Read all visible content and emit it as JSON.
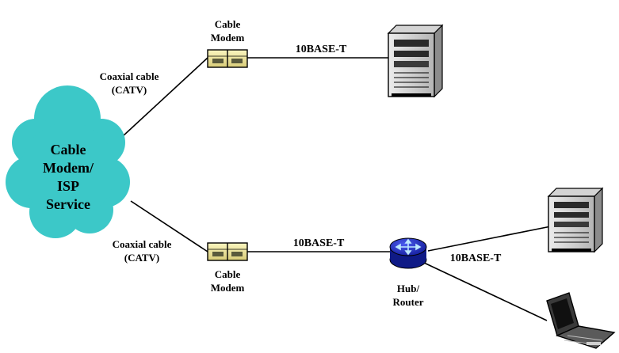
{
  "cloud": {
    "lines": [
      "Cable",
      "Modem/",
      "ISP",
      "Service"
    ],
    "color": "#3cc8c8"
  },
  "top_link": {
    "cable_label": [
      "Coaxial cable",
      "(CATV)"
    ],
    "modem_label": [
      "Cable",
      "Modem"
    ],
    "ethernet_label": "10BASE-T"
  },
  "bottom_link": {
    "cable_label": [
      "Coaxial cable",
      "(CATV)"
    ],
    "modem_label": [
      "Cable",
      "Modem"
    ],
    "ethernet_label": "10BASE-T"
  },
  "hub": {
    "label": [
      "Hub/",
      "Router"
    ],
    "color": "#1f2cc8",
    "link_label": "10BASE-T"
  },
  "colors": {
    "modem_body": "#f0e68c",
    "line": "#000000"
  }
}
